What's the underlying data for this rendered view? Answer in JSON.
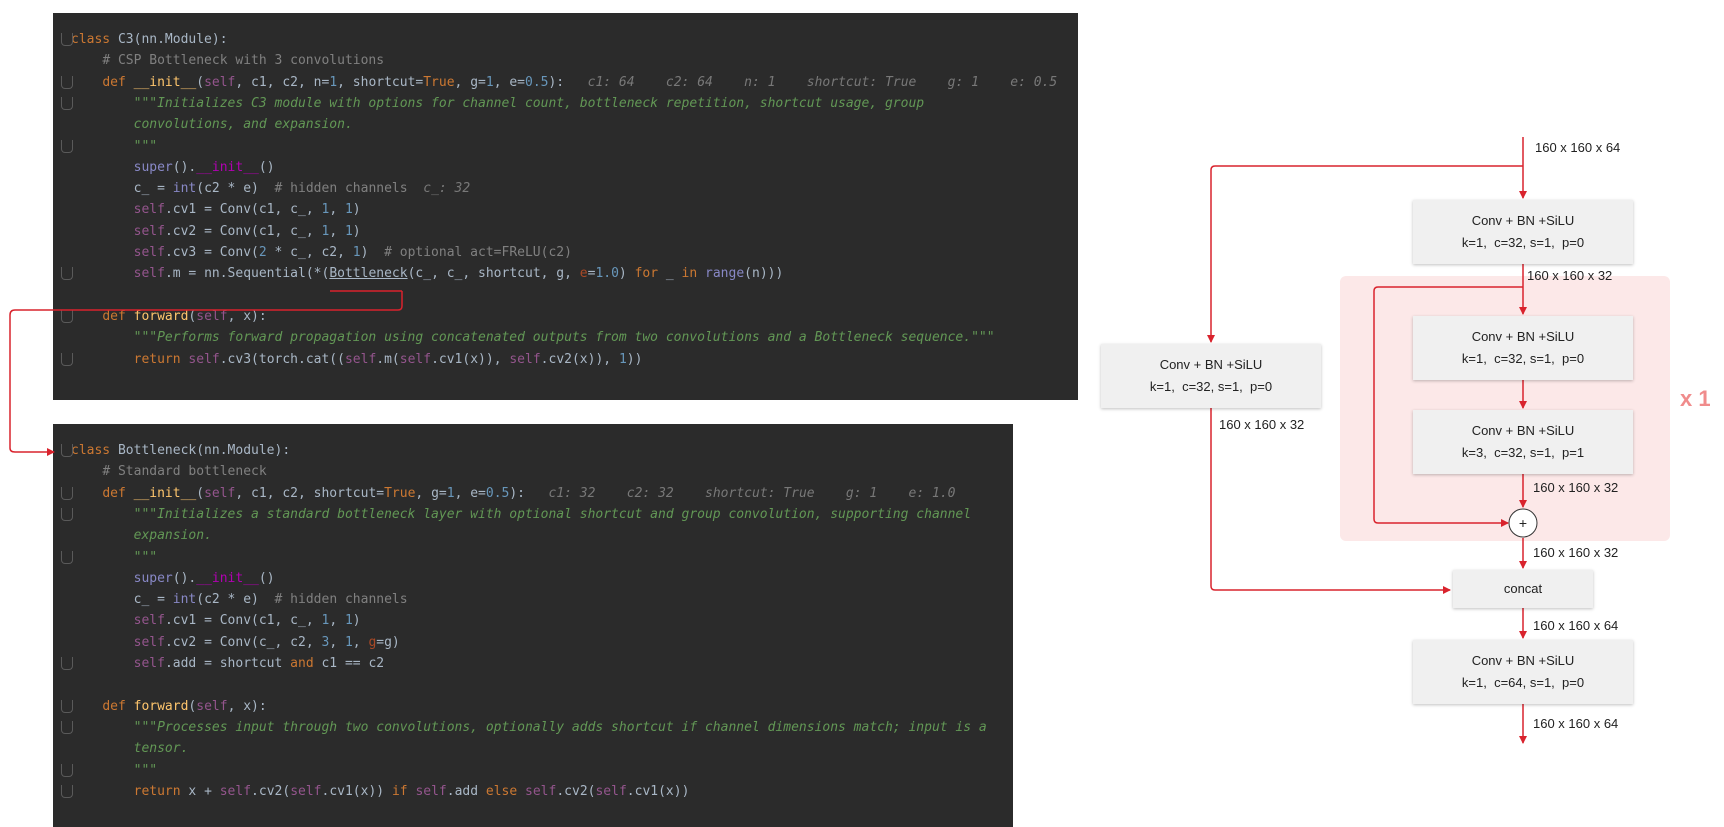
{
  "code_top": [
    {
      "indent": "",
      "tokens": [
        [
          "kw",
          "class "
        ],
        [
          "",
          "C3(nn.Module):"
        ]
      ]
    },
    {
      "indent": "    ",
      "tokens": [
        [
          "cm",
          "# CSP Bottleneck with 3 convolutions"
        ]
      ]
    },
    {
      "indent": "    ",
      "tokens": [
        [
          "kw",
          "def "
        ],
        [
          "fn",
          "__init__"
        ],
        [
          "",
          "("
        ],
        [
          "self",
          "self"
        ],
        [
          "",
          ", c1, c2, n="
        ],
        [
          "num",
          "1"
        ],
        [
          "",
          ", shortcut="
        ],
        [
          "kw",
          "True"
        ],
        [
          "",
          ", g="
        ],
        [
          "num",
          "1"
        ],
        [
          "",
          ", e="
        ],
        [
          "num",
          "0.5"
        ],
        [
          "",
          "):   "
        ],
        [
          "hint",
          "c1: 64    c2: 64    n: 1    shortcut: True    g: 1    e: 0.5"
        ]
      ]
    },
    {
      "indent": "        ",
      "tokens": [
        [
          "ds",
          "\"\"\"Initializes C3 module with options for channel count, bottleneck repetition, shortcut usage, group"
        ]
      ]
    },
    {
      "indent": "        ",
      "tokens": [
        [
          "ds",
          "convolutions, and expansion."
        ]
      ]
    },
    {
      "indent": "        ",
      "tokens": [
        [
          "ds",
          "\"\"\""
        ]
      ]
    },
    {
      "indent": "        ",
      "tokens": [
        [
          "bi",
          "super"
        ],
        [
          "",
          "()."
        ],
        [
          "dun",
          "__init__"
        ],
        [
          "",
          "()"
        ]
      ]
    },
    {
      "indent": "        ",
      "tokens": [
        [
          "",
          "c_ = "
        ],
        [
          "bi",
          "int"
        ],
        [
          "",
          "(c2 * e)  "
        ],
        [
          "cm",
          "# hidden channels"
        ],
        [
          "",
          "  "
        ],
        [
          "hint",
          "c_: 32"
        ]
      ]
    },
    {
      "indent": "        ",
      "tokens": [
        [
          "self",
          "self"
        ],
        [
          "",
          ".cv1 = Conv(c1, c_, "
        ],
        [
          "num",
          "1"
        ],
        [
          "",
          ", "
        ],
        [
          "num",
          "1"
        ],
        [
          "",
          ")"
        ]
      ]
    },
    {
      "indent": "        ",
      "tokens": [
        [
          "self",
          "self"
        ],
        [
          "",
          ".cv2 = Conv(c1, c_, "
        ],
        [
          "num",
          "1"
        ],
        [
          "",
          ", "
        ],
        [
          "num",
          "1"
        ],
        [
          "",
          ")"
        ]
      ]
    },
    {
      "indent": "        ",
      "tokens": [
        [
          "self",
          "self"
        ],
        [
          "",
          ".cv3 = Conv("
        ],
        [
          "num",
          "2"
        ],
        [
          "",
          " * c_, c2, "
        ],
        [
          "num",
          "1"
        ],
        [
          "",
          ")  "
        ],
        [
          "cm",
          "# optional act=FReLU(c2)"
        ]
      ]
    },
    {
      "indent": "        ",
      "tokens": [
        [
          "self",
          "self"
        ],
        [
          "",
          ".m = nn.Sequential(*("
        ],
        [
          "ul",
          "Bottleneck"
        ],
        [
          "",
          "(c_, c_, shortcut, g, "
        ],
        [
          "par",
          "e"
        ],
        [
          "",
          "="
        ],
        [
          "num",
          "1.0"
        ],
        [
          "",
          ") "
        ],
        [
          "kw",
          "for "
        ],
        [
          "",
          "_ "
        ],
        [
          "kw",
          "in "
        ],
        [
          "bi",
          "range"
        ],
        [
          "",
          "(n)))"
        ]
      ]
    },
    {
      "indent": "",
      "tokens": []
    },
    {
      "indent": "    ",
      "tokens": [
        [
          "kw",
          "def "
        ],
        [
          "fn",
          "forward"
        ],
        [
          "",
          "("
        ],
        [
          "self",
          "self"
        ],
        [
          "",
          ", x):"
        ]
      ]
    },
    {
      "indent": "        ",
      "tokens": [
        [
          "ds",
          "\"\"\"Performs forward propagation using concatenated outputs from two convolutions and a Bottleneck sequence.\"\"\""
        ]
      ]
    },
    {
      "indent": "        ",
      "tokens": [
        [
          "kw",
          "return "
        ],
        [
          "self",
          "self"
        ],
        [
          "",
          ".cv3(torch.cat(("
        ],
        [
          "self",
          "self"
        ],
        [
          "",
          ".m("
        ],
        [
          "self",
          "self"
        ],
        [
          "",
          ".cv1(x)), "
        ],
        [
          "self",
          "self"
        ],
        [
          "",
          ".cv2(x)), "
        ],
        [
          "num",
          "1"
        ],
        [
          "",
          "))"
        ]
      ]
    }
  ],
  "code_bottom": [
    {
      "indent": "",
      "tokens": [
        [
          "kw",
          "class "
        ],
        [
          "",
          "Bottleneck(nn.Module):"
        ]
      ]
    },
    {
      "indent": "    ",
      "tokens": [
        [
          "cm",
          "# Standard bottleneck"
        ]
      ]
    },
    {
      "indent": "    ",
      "tokens": [
        [
          "kw",
          "def "
        ],
        [
          "fn",
          "__init__"
        ],
        [
          "",
          "("
        ],
        [
          "self",
          "self"
        ],
        [
          "",
          ", c1, c2, shortcut="
        ],
        [
          "kw",
          "True"
        ],
        [
          "",
          ", g="
        ],
        [
          "num",
          "1"
        ],
        [
          "",
          ", e="
        ],
        [
          "num",
          "0.5"
        ],
        [
          "",
          "):   "
        ],
        [
          "hint",
          "c1: 32    c2: 32    shortcut: True    g: 1    e: 1.0"
        ]
      ]
    },
    {
      "indent": "        ",
      "tokens": [
        [
          "ds",
          "\"\"\"Initializes a standard bottleneck layer with optional shortcut and group convolution, supporting channel"
        ]
      ]
    },
    {
      "indent": "        ",
      "tokens": [
        [
          "ds",
          "expansion."
        ]
      ]
    },
    {
      "indent": "        ",
      "tokens": [
        [
          "ds",
          "\"\"\""
        ]
      ]
    },
    {
      "indent": "        ",
      "tokens": [
        [
          "bi",
          "super"
        ],
        [
          "",
          "()."
        ],
        [
          "dun",
          "__init__"
        ],
        [
          "",
          "()"
        ]
      ]
    },
    {
      "indent": "        ",
      "tokens": [
        [
          "",
          "c_ = "
        ],
        [
          "bi",
          "int"
        ],
        [
          "",
          "(c2 * e)  "
        ],
        [
          "cm",
          "# hidden channels"
        ]
      ]
    },
    {
      "indent": "        ",
      "tokens": [
        [
          "self",
          "self"
        ],
        [
          "",
          ".cv1 = Conv(c1, c_, "
        ],
        [
          "num",
          "1"
        ],
        [
          "",
          ", "
        ],
        [
          "num",
          "1"
        ],
        [
          "",
          ")"
        ]
      ]
    },
    {
      "indent": "        ",
      "tokens": [
        [
          "self",
          "self"
        ],
        [
          "",
          ".cv2 = Conv(c_, c2, "
        ],
        [
          "num",
          "3"
        ],
        [
          "",
          ", "
        ],
        [
          "num",
          "1"
        ],
        [
          "",
          ", "
        ],
        [
          "par",
          "g"
        ],
        [
          "",
          "=g)"
        ]
      ]
    },
    {
      "indent": "        ",
      "tokens": [
        [
          "self",
          "self"
        ],
        [
          "",
          ".add = shortcut "
        ],
        [
          "kw",
          "and "
        ],
        [
          "",
          "c1 == c2"
        ]
      ]
    },
    {
      "indent": "",
      "tokens": []
    },
    {
      "indent": "    ",
      "tokens": [
        [
          "kw",
          "def "
        ],
        [
          "fn",
          "forward"
        ],
        [
          "",
          "("
        ],
        [
          "self",
          "self"
        ],
        [
          "",
          ", x):"
        ]
      ]
    },
    {
      "indent": "        ",
      "tokens": [
        [
          "ds",
          "\"\"\"Processes input through two convolutions, optionally adds shortcut if channel dimensions match; input is a"
        ]
      ]
    },
    {
      "indent": "        ",
      "tokens": [
        [
          "ds",
          "tensor."
        ]
      ]
    },
    {
      "indent": "        ",
      "tokens": [
        [
          "ds",
          "\"\"\""
        ]
      ]
    },
    {
      "indent": "        ",
      "tokens": [
        [
          "kw",
          "return "
        ],
        [
          "",
          "x + "
        ],
        [
          "self",
          "self"
        ],
        [
          "",
          ".cv2("
        ],
        [
          "self",
          "self"
        ],
        [
          "",
          ".cv1(x)) "
        ],
        [
          "kw",
          "if "
        ],
        [
          "self",
          "self"
        ],
        [
          "",
          ".add "
        ],
        [
          "kw",
          "else "
        ],
        [
          "self",
          "self"
        ],
        [
          "",
          ".cv2("
        ],
        [
          "self",
          "self"
        ],
        [
          "",
          ".cv1(x))"
        ]
      ]
    }
  ],
  "diagram": {
    "boxes": {
      "conv_top": {
        "line1": "Conv + BN +SiLU",
        "line2": "k=1,  c=32, s=1,  p=0"
      },
      "conv_left": {
        "line1": "Conv + BN +SiLU",
        "line2": "k=1,  c=32, s=1,  p=0"
      },
      "bn_conv1": {
        "line1": "Conv + BN +SiLU",
        "line2": "k=1,  c=32, s=1,  p=0"
      },
      "bn_conv2": {
        "line1": "Conv + BN +SiLU",
        "line2": "k=3,  c=32, s=1,  p=1"
      },
      "concat": {
        "line1": "concat"
      },
      "conv_out": {
        "line1": "Conv + BN +SiLU",
        "line2": "k=1,  c=64, s=1,  p=0"
      }
    },
    "labels": {
      "input": "160 x 160 x 64",
      "after_top": "160 x 160 x 32",
      "left_out": "160 x 160 x 32",
      "after_bn2": "160 x 160 x 32",
      "after_add": "160 x 160 x 32",
      "after_concat": "160 x 160 x 64",
      "output": "160 x 160 x 64"
    },
    "add_symbol": "+",
    "repeat_label": "x 1"
  },
  "colors": {
    "wire": "#d9232d",
    "repeat_bg": "#fce8e8",
    "repeat_text": "#f08c8c"
  }
}
